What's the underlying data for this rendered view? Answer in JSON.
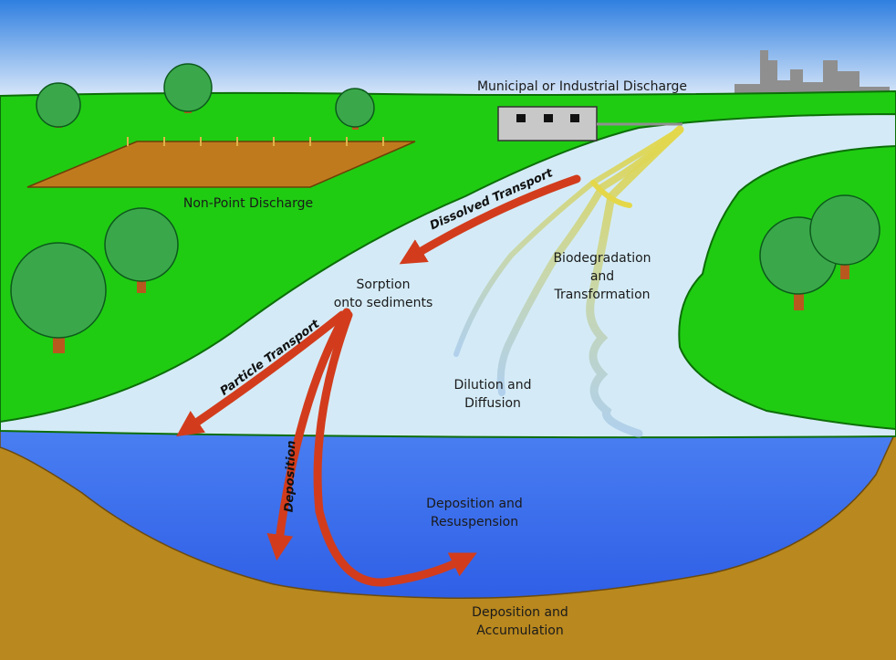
{
  "colors": {
    "sky_top": "#2f7fe0",
    "sky_bottom": "#ffffff",
    "grass": "#1fcc12",
    "water_surface": "#d4ebf7",
    "deep_water": "#3f72f0",
    "sediment": "#b9881e",
    "field": "#c07a1e",
    "tree_foliage": "#3aa84a",
    "tree_trunk": "#b8581e",
    "factory": "#8f8f8f",
    "building": "#c8c8c8",
    "plume": "#d8cc4a",
    "arrow": "#d23c1c"
  },
  "labels": {
    "municipal": "Municipal or Industrial Discharge",
    "nonpoint": "Non-Point Discharge",
    "dissolved": "Dissolved Transport",
    "sorption_1": "Sorption",
    "sorption_2": "onto sediments",
    "biodeg_1": "Biodegradation",
    "biodeg_2": "and",
    "biodeg_3": "Transformation",
    "particle": "Particle Transport",
    "dilution_1": "Dilution and",
    "dilution_2": "Diffusion",
    "deposition": "Deposition",
    "resusp_1": "Deposition and",
    "resusp_2": "Resuspension",
    "accum_1": "Deposition and",
    "accum_2": "Accumulation"
  },
  "icons": {
    "trees": "tree-icon",
    "factory": "factory-skyline-icon",
    "building": "discharge-building-icon",
    "field": "farm-field-icon"
  }
}
